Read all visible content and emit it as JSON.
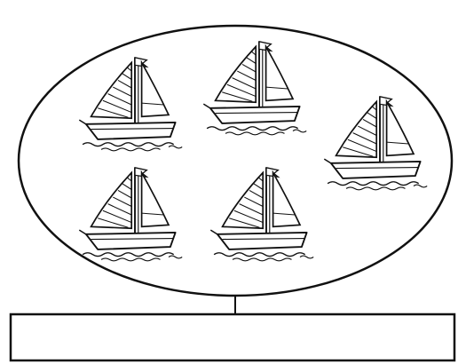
{
  "diagram": {
    "boat_count": 5,
    "boats": [
      {
        "name": "boat-1",
        "icon": "sailboat-icon"
      },
      {
        "name": "boat-2",
        "icon": "sailboat-icon"
      },
      {
        "name": "boat-3",
        "icon": "sailboat-icon"
      },
      {
        "name": "boat-4",
        "icon": "sailboat-icon"
      },
      {
        "name": "boat-5",
        "icon": "sailboat-icon"
      }
    ],
    "answer_box_text": "",
    "colors": {
      "line": "#111111",
      "background": "#ffffff"
    }
  }
}
